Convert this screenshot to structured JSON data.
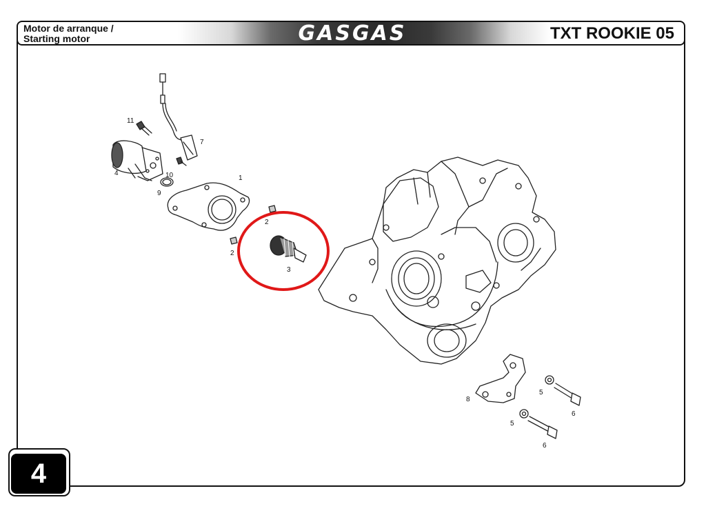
{
  "header": {
    "title_line1": "Motor de arranque /",
    "title_line2": "Starting motor",
    "brand": "GASGAS",
    "model": "TXT ROOKIE 05"
  },
  "page_number": "4",
  "callouts": {
    "c1": "1",
    "c2a": "2",
    "c2b": "2",
    "c3": "3",
    "c4": "4",
    "c5a": "5",
    "c5b": "5",
    "c6a": "6",
    "c6b": "6",
    "c7": "7",
    "c8": "8",
    "c9": "9",
    "c10": "10",
    "c11": "11"
  },
  "colors": {
    "highlight": "#e01818",
    "line": "#222222"
  }
}
